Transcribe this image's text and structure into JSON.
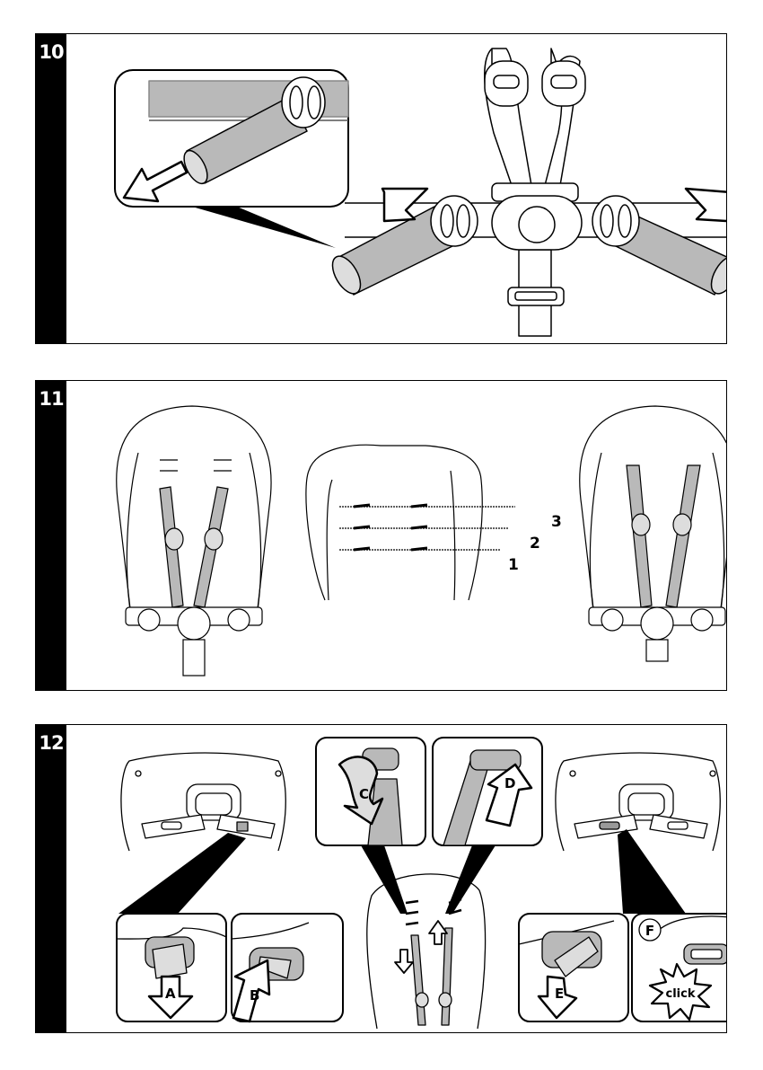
{
  "steps": [
    {
      "number": "10"
    },
    {
      "number": "11",
      "height_positions": [
        "3",
        "2",
        "1"
      ]
    },
    {
      "number": "12",
      "callouts": [
        "A",
        "B",
        "C",
        "D",
        "E",
        "F"
      ],
      "sound": "click"
    }
  ],
  "colors": {
    "strap_fill": "#b9b9b9",
    "line": "#000000",
    "panel_bar": "#000000"
  }
}
